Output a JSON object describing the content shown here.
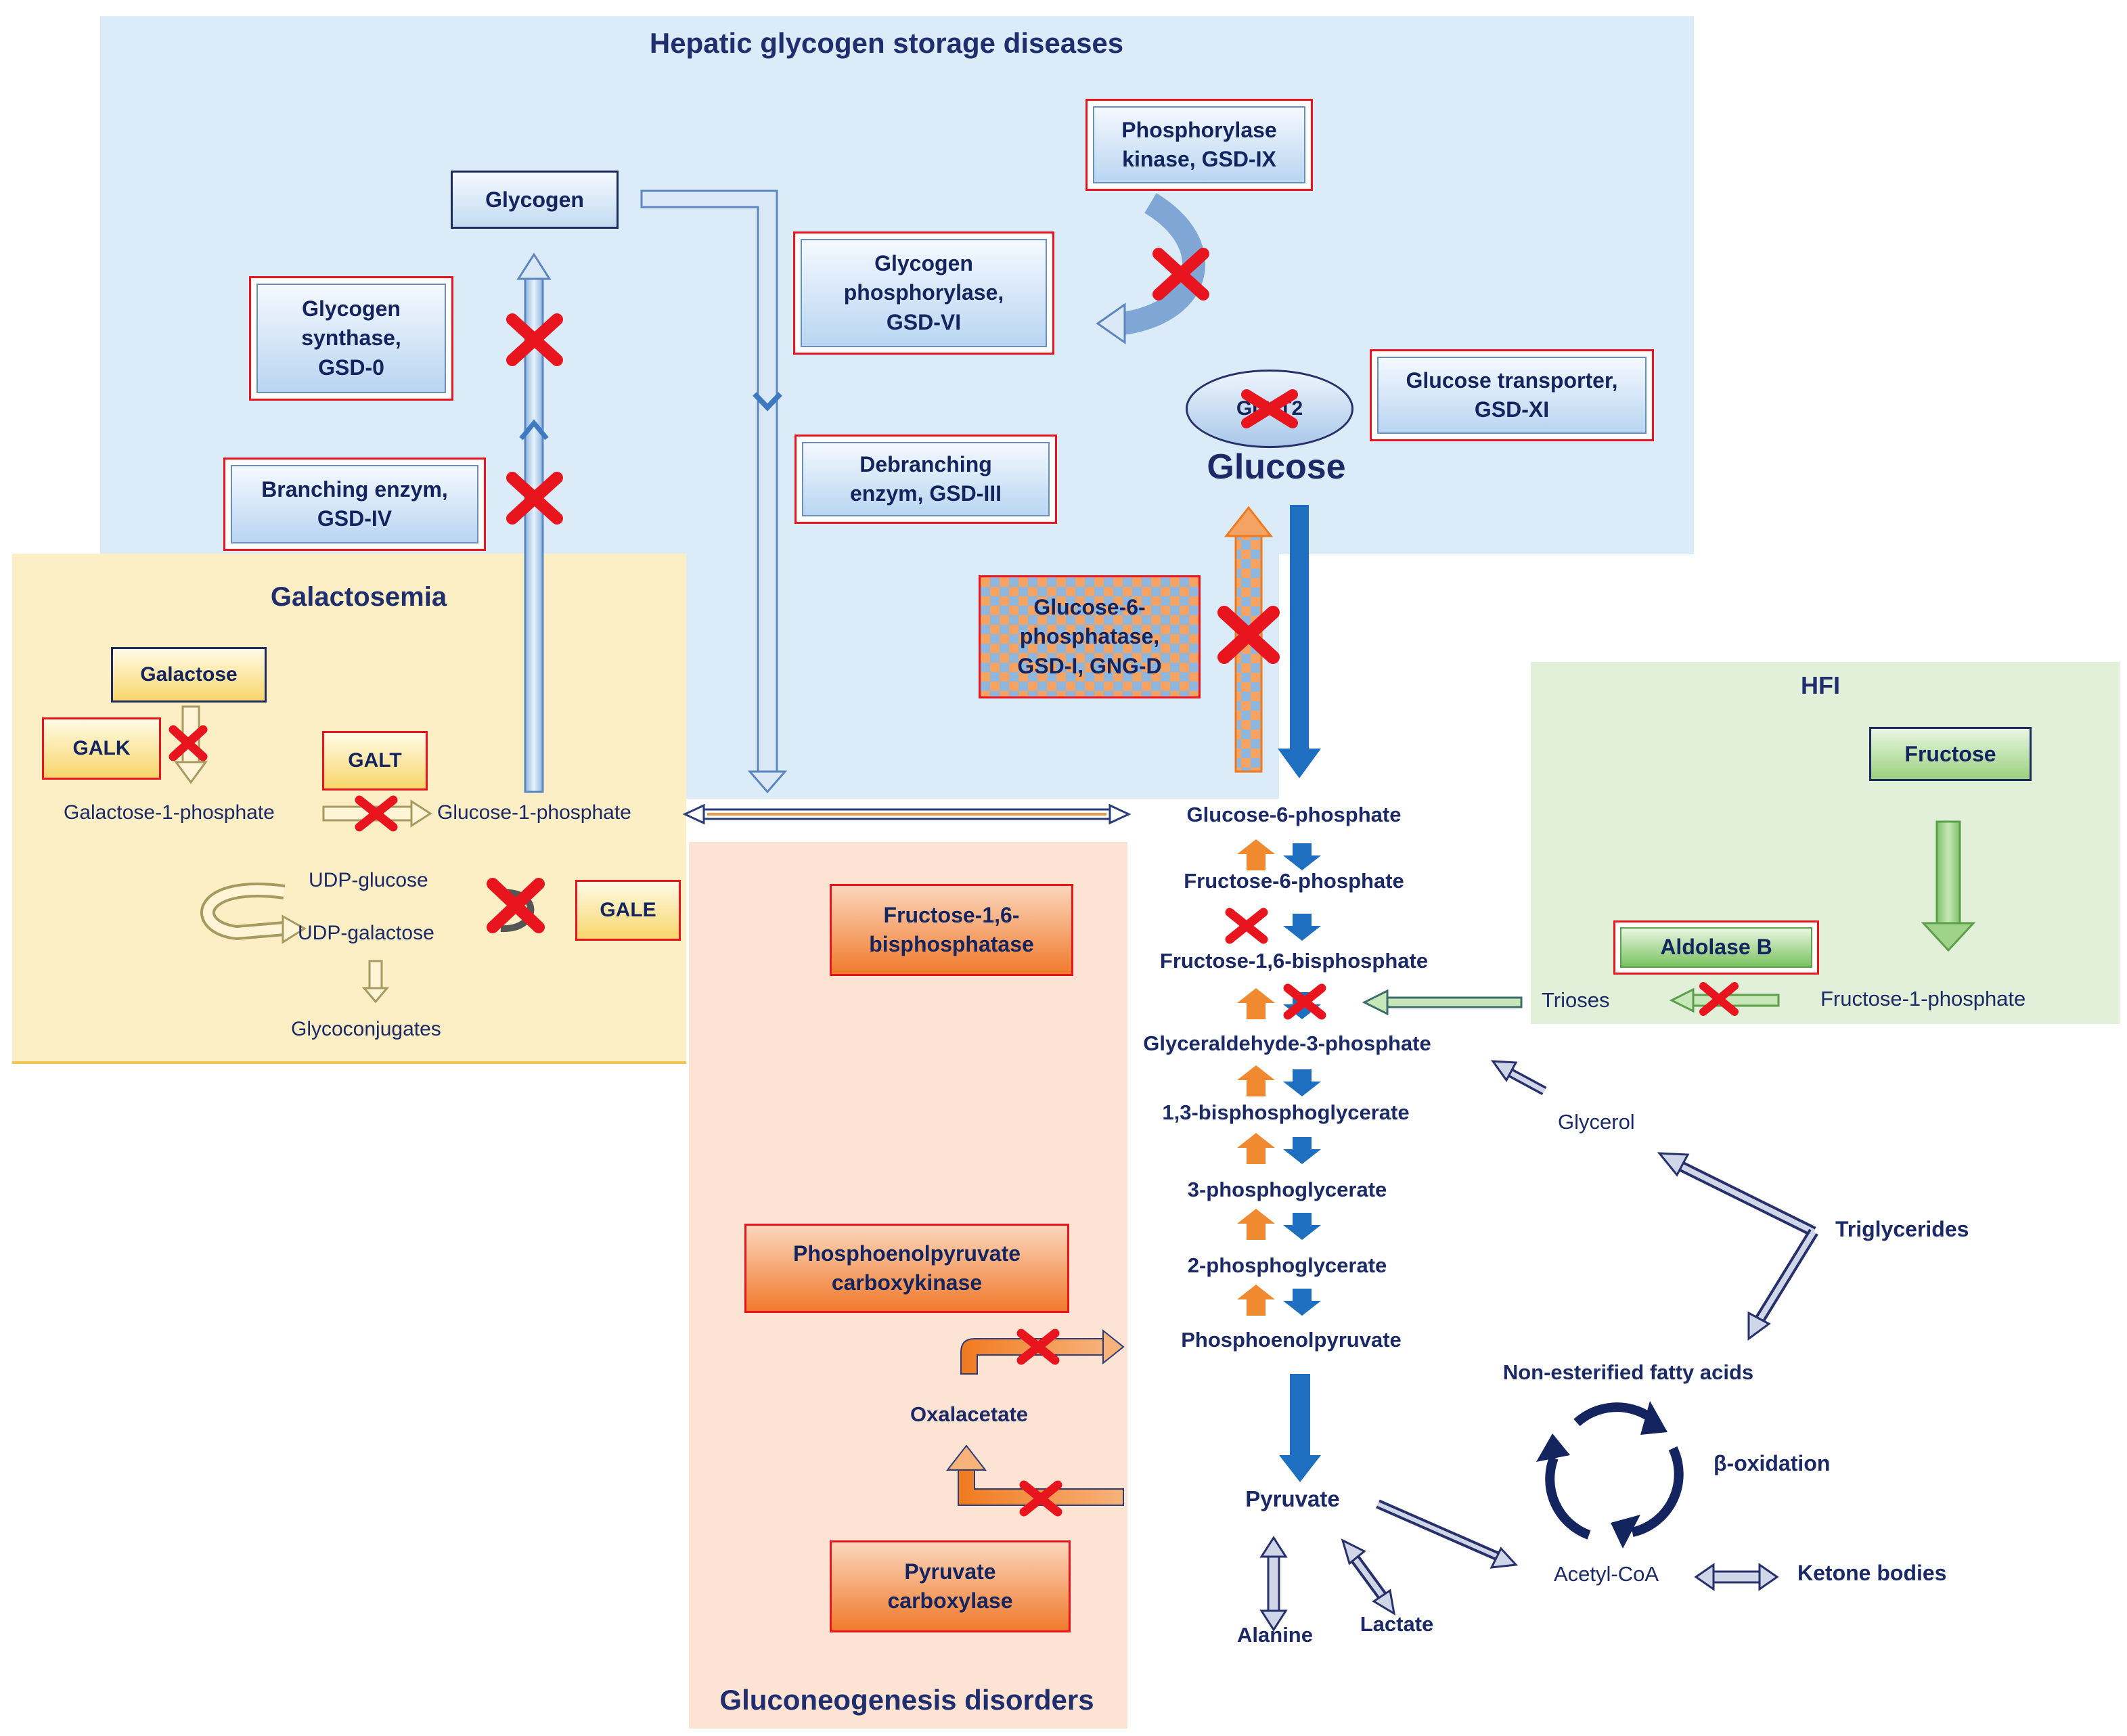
{
  "regions": {
    "hepatic": {
      "title": "Hepatic glycogen storage diseases",
      "color": "#dcebf8"
    },
    "galactosemia": {
      "title": "Galactosemia",
      "color": "#fcefc6"
    },
    "hfi": {
      "title": "HFI",
      "color": "#e2f0da"
    },
    "gluconeogenesis": {
      "title": "Gluconeogenesis  disorders",
      "color": "#fde3d4"
    }
  },
  "enzymes": {
    "phosphorylase_kinase": "Phosphorylase kinase, GSD-IX",
    "glycogen_phosphorylase": "Glycogen phosphorylase, GSD-VI",
    "glycogen_synthase": "Glycogen synthase, GSD-0",
    "glucose_transporter": "Glucose transporter, GSD-XI",
    "branching_enzyme": "Branching enzym, GSD-IV",
    "debranching_enzyme": "Debranching enzym, GSD-III",
    "g6pase": "Glucose-6-phosphatase, GSD-I, GNG-D",
    "galk": "GALK",
    "galt": "GALT",
    "gale": "GALE",
    "aldolase_b": "Aldolase B",
    "fbpase": "Fructose-1,6-bisphosphatase",
    "pepck": "Phosphoenolpyruvate carboxykinase",
    "pc": "Pyruvate carboxylase"
  },
  "substrates": {
    "glycogen": "Glycogen",
    "galactose": "Galactose",
    "fructose": "Fructose",
    "glut2": "GLUT2",
    "glucose": "Glucose"
  },
  "metabolites": {
    "galactose_1p": "Galactose-1-phosphate",
    "glucose_1p": "Glucose-1-phosphate",
    "udp_glucose": "UDP-glucose",
    "udp_galactose": "UDP-galactose",
    "glycoconjugates": "Glycoconjugates",
    "glucose_6p": "Glucose-6-phosphate",
    "fructose_6p": "Fructose-6-phosphate",
    "fructose_16bp": "Fructose-1,6-bisphosphate",
    "gap": "Glyceraldehyde-3-phosphate",
    "bpg13": "1,3-bisphosphoglycerate",
    "pg3": "3-phosphoglycerate",
    "pg2": "2-phosphoglycerate",
    "pep": "Phosphoenolpyruvate",
    "oxalacetate": "Oxalacetate",
    "pyruvate": "Pyruvate",
    "alanine": "Alanine",
    "lactate": "Lactate",
    "trioses": "Trioses",
    "fructose_1p": "Fructose-1-phosphate",
    "glycerol": "Glycerol",
    "triglycerides": "Triglycerides",
    "nefa": "Non-esterified fatty acids",
    "beta_oxidation": "β-oxidation",
    "acetyl_coa": "Acetyl-CoA",
    "ketone_bodies": "Ketone bodies"
  },
  "colors": {
    "block": "#e8141e",
    "glycolysis": "#1f6fc0",
    "gluconeogenesis": "#f08a30",
    "outline": "#27306b"
  }
}
